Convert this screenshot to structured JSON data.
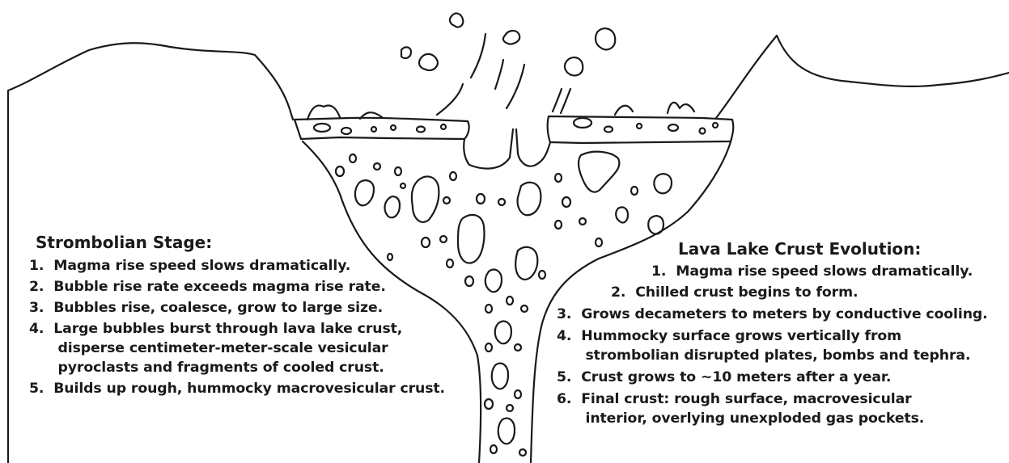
{
  "left_panel": {
    "heading": "Strombolian Stage:",
    "lines": [
      "1.  Magma rise speed slows dramatically.",
      "2.  Bubble rise rate exceeds magma rise rate.",
      "3.  Bubbles rise, coalesce, grow to large size.",
      "4.  Large bubbles burst through lava lake crust,",
      "      disperse centimeter-meter-scale vesicular",
      "      pyroclasts and fragments of cooled crust.",
      "5.  Builds up rough, hummocky macrovesicular crust."
    ]
  },
  "right_panel": {
    "heading": "Lava Lake Crust Evolution:",
    "lines": [
      "1.  Magma rise speed slows dramatically.",
      "2.  Chilled crust begins to form.",
      "3.  Grows decameters to meters by conductive cooling.",
      "4.  Hummocky surface grows vertically from",
      "      strombolian disrupted plates, bombs and tephra.",
      "5.  Crust grows to ~10 meters after a year.",
      "6.  Final crust: rough surface, macrovesicular",
      "      interior, overlying unexploded gas pockets."
    ]
  },
  "colors": {
    "line": "#1a1a1a",
    "background": "#ffffff"
  }
}
